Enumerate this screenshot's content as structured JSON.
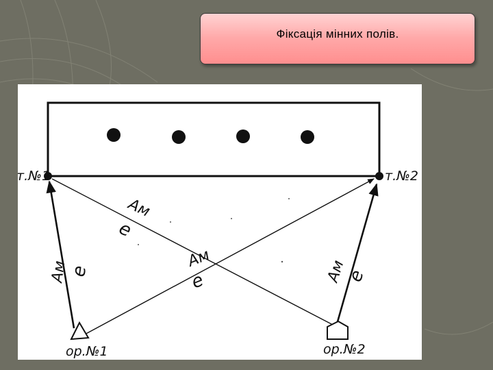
{
  "slide": {
    "title": "Фіксація мінних полів."
  },
  "diagram": {
    "point_1_label": "т.№1",
    "point_2_label": "т.№2",
    "station_1_label": "ор.№1",
    "station_2_label": "ор.№2",
    "azimuth_label": "Ам",
    "distance_label": "е",
    "mine_count": 4
  },
  "colors": {
    "background": "#6e6e62",
    "title_box": "#ffa9a9",
    "ink": "#111111"
  }
}
